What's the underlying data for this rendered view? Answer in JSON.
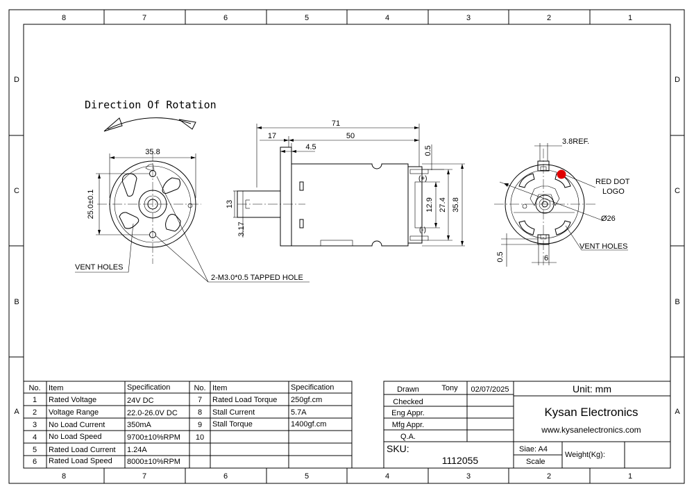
{
  "frame": {
    "columns_top": [
      "8",
      "7",
      "6",
      "5",
      "4",
      "3",
      "2",
      "1"
    ],
    "columns_bottom": [
      "8",
      "7",
      "6",
      "5",
      "4",
      "3",
      "2",
      "1"
    ],
    "rows_left": [
      "D",
      "C",
      "B",
      "A"
    ],
    "rows_right": [
      "D",
      "C",
      "B",
      "A"
    ]
  },
  "drawing": {
    "rotation_title": "Direction Of Rotation",
    "front": {
      "dim_width": "35.8",
      "dim_hole_spacing": "25.0±0.1",
      "vent_holes": "VENT HOLES",
      "tapped_hole": "2-M3.0*0.5 TAPPED HOLE"
    },
    "side": {
      "dim_total": "71",
      "dim_shaft": "17",
      "dim_body": "50",
      "dim_boss": "4.5",
      "dim_terminal_offset": "0.5",
      "dim_shaft_len": "13",
      "dim_shaft_dia": "3.17",
      "dim_term_gap": "12.9",
      "dim_inner": "27.4",
      "dim_outer": "35.8",
      "plus": "(+)",
      "minus": "(-)"
    },
    "rear": {
      "dim_ref": "3.8REF.",
      "red_dot": "RED DOT",
      "logo": "LOGO",
      "diameter": "Ø26",
      "vent_holes": "VENT HOLES",
      "dim_offset": "0.5",
      "dim_tab": "6"
    }
  },
  "spec_table": {
    "headers": [
      "No.",
      "Item",
      "Specification",
      "No.",
      "Item",
      "Specification"
    ],
    "left_rows": [
      {
        "no": "1",
        "item": "Rated Voltage",
        "spec": "24V DC"
      },
      {
        "no": "2",
        "item": "Voltage Range",
        "spec": "22.0-26.0V DC"
      },
      {
        "no": "3",
        "item": "No Load Current",
        "spec": "350mA"
      },
      {
        "no": "4",
        "item": "No Load Speed",
        "spec": "9700±10%RPM"
      },
      {
        "no": "5",
        "item": "Rated Load Current",
        "spec": "1.24A"
      },
      {
        "no": "6",
        "item": "Rated Load Speed",
        "spec": "8000±10%RPM"
      }
    ],
    "right_rows": [
      {
        "no": "7",
        "item": "Rated Load Torque",
        "spec": "250gf.cm"
      },
      {
        "no": "8",
        "item": "Stall Current",
        "spec": "5.7A"
      },
      {
        "no": "9",
        "item": "Stall Torque",
        "spec": "1400gf.cm"
      },
      {
        "no": "10",
        "item": "",
        "spec": ""
      }
    ]
  },
  "title_block": {
    "drawn_label": "Drawn",
    "drawn_by": "Tony",
    "date": "02/07/2025",
    "checked": "Checked",
    "eng_appr": "Eng Appr.",
    "mfg_appr": "Mfg Appr.",
    "qa": "Q.A.",
    "unit": "Unit: mm",
    "company": "Kysan Electronics",
    "website": "www.kysanelectronics.com",
    "sku_label": "SKU:",
    "sku": "1112055",
    "size": "Siae: A4",
    "scale": "Scale",
    "weight": "Weight(Kg):"
  },
  "colors": {
    "red_dot": "#e00000",
    "line": "#000000"
  }
}
